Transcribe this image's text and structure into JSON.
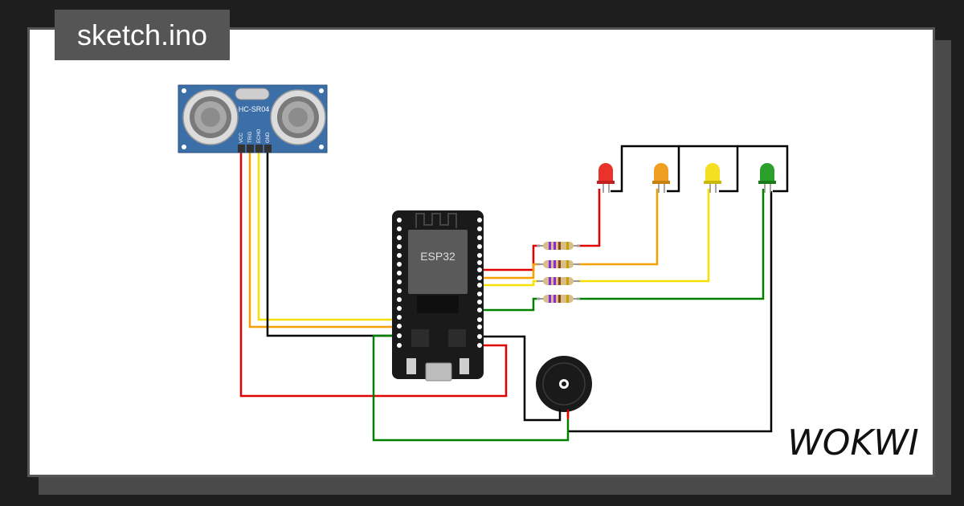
{
  "file_tab": {
    "label": "sketch.ino"
  },
  "brand": {
    "label": "WOKWI"
  },
  "sensor": {
    "model": "HC-SR04",
    "pins": [
      "VCC",
      "TRIG",
      "ECHO",
      "GND"
    ]
  },
  "board": {
    "label": "ESP32"
  },
  "leds": [
    {
      "name": "red",
      "color": "#e8322a"
    },
    {
      "name": "orange",
      "color": "#f0a020"
    },
    {
      "name": "yellow",
      "color": "#f4e020"
    },
    {
      "name": "green",
      "color": "#2aa02a"
    }
  ],
  "colors": {
    "wire_red": "#e00000",
    "wire_orange": "#f5a000",
    "wire_yellow": "#f5e000",
    "wire_green": "#008000",
    "wire_black": "#000000",
    "sensor_blue": "#3c6ea8",
    "board_black": "#1a1a1a"
  }
}
